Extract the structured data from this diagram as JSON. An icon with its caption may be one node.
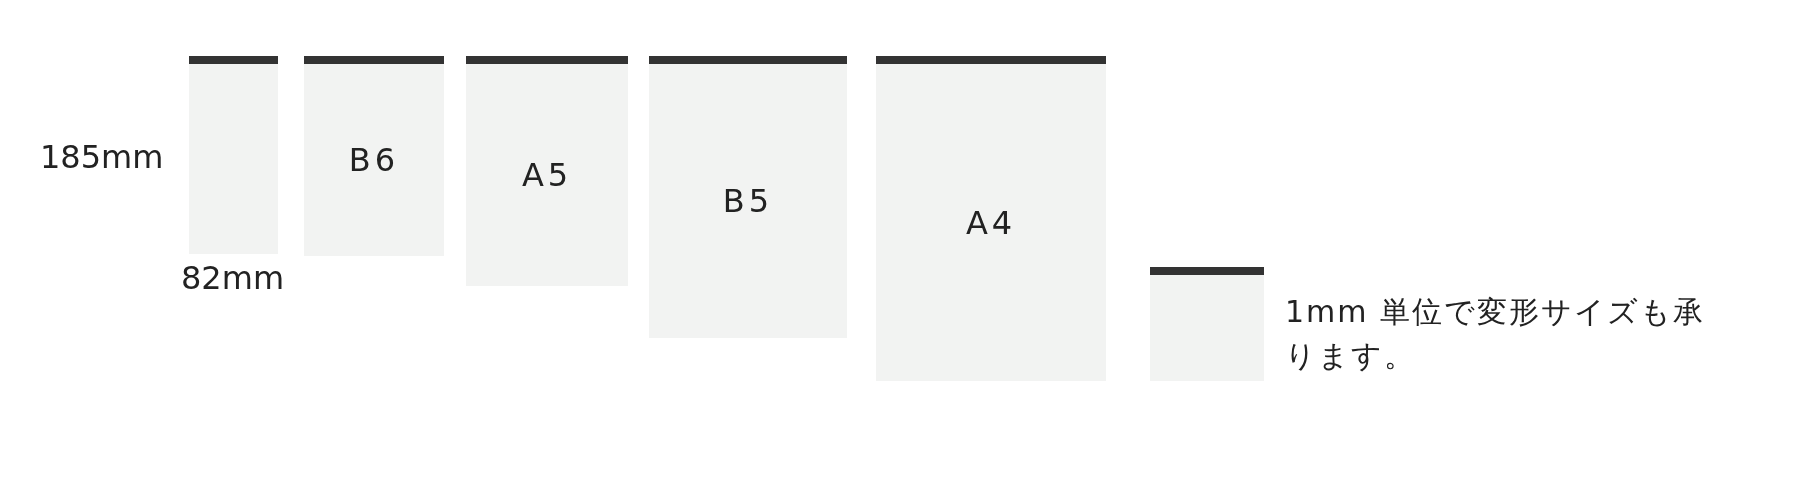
{
  "diagram": {
    "nodes": [
      {
        "text": [],
        "shape": "box"
      },
      {
        "text": [
          "B6"
        ]
      },
      {
        "text": [
          "A5"
        ]
      },
      {
        "text": [
          "B5"
        ]
      },
      {
        "text": [
          "A4"
        ]
      },
      {
        "text": [],
        "shape": "box",
        "beside": [
          "1mm 単位で変形サイズも承ります。"
        ]
      }
    ],
    "edges": [],
    "labels": [
      "185mm",
      "82mm"
    ]
  }
}
